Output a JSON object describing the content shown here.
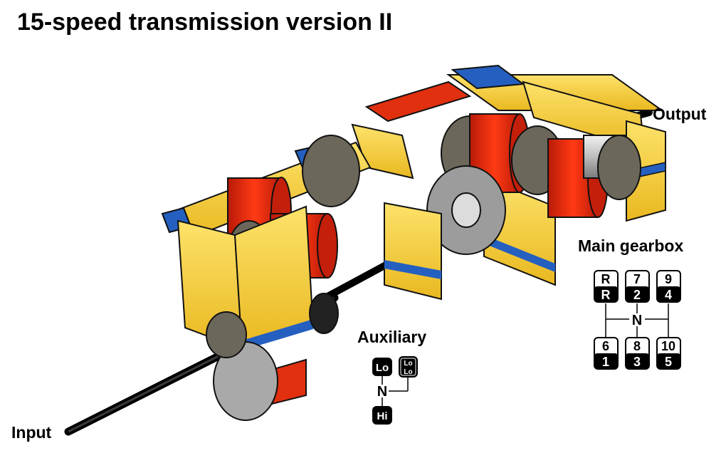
{
  "title": "15-speed transmission version II",
  "labels": {
    "input": "Input",
    "output": "Output",
    "auxiliary": "Auxiliary",
    "main_gearbox": "Main gearbox"
  },
  "main_gearbox_pattern": {
    "top_row": [
      {
        "upper": "R",
        "lower": "R"
      },
      {
        "upper": "7",
        "lower": "2"
      },
      {
        "upper": "9",
        "lower": "4"
      }
    ],
    "neutral": "N",
    "bottom_row": [
      {
        "upper": "6",
        "lower": "1"
      },
      {
        "upper": "8",
        "lower": "3"
      },
      {
        "upper": "10",
        "lower": "5"
      }
    ]
  },
  "auxiliary_pattern": {
    "left_top": "Lo",
    "right_top_upper": "Lo",
    "right_top_lower": "Lo",
    "neutral": "N",
    "bottom": "Hi"
  },
  "colors": {
    "yellow": "#f5cd2f",
    "red": "#e1300f",
    "blue": "#1e5ab4",
    "gray": "#8c8c8c",
    "dark_gray": "#6b675a",
    "black": "#000000"
  }
}
